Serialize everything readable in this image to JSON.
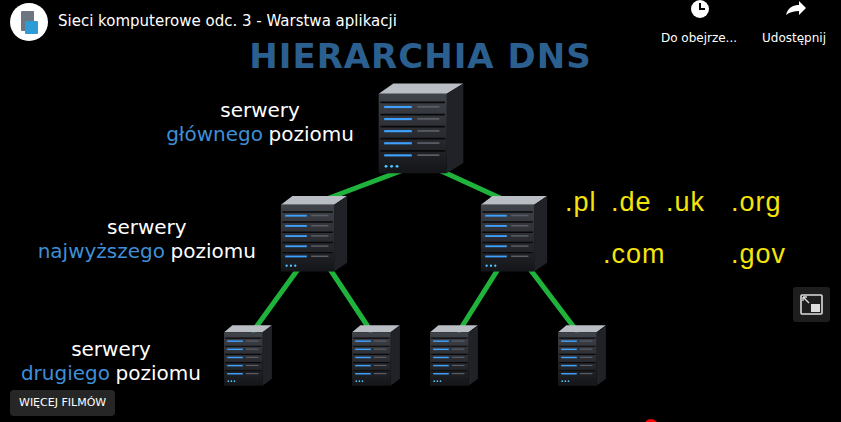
{
  "diagram": {
    "title": "HIERARCHIA DNS",
    "nodes": [
      {
        "text": [
          "serwery",
          "głównego",
          "poziomu"
        ]
      },
      {
        "text": [
          "serwery",
          "najwyższego",
          "poziomu"
        ]
      },
      {
        "text": []
      },
      {
        "text": [
          "serwery",
          "drugiego",
          "poziomu"
        ]
      },
      {
        "text": []
      },
      {
        "text": []
      },
      {
        "text": []
      }
    ],
    "edges": [
      {
        "from": 0,
        "to": 1,
        "arrow": "none"
      },
      {
        "from": 0,
        "to": 2,
        "arrow": "none"
      },
      {
        "from": 1,
        "to": 3,
        "arrow": "none"
      },
      {
        "from": 1,
        "to": 4,
        "arrow": "none"
      },
      {
        "from": 2,
        "to": 5,
        "arrow": "none"
      },
      {
        "from": 2,
        "to": 6,
        "arrow": "none"
      }
    ],
    "labels": [
      "Sieci komputerowe odc. 3 - Warstwa aplikacji",
      "Do obejrze...",
      "Udostępnij",
      ".pl .de .uk",
      ".org",
      ".com",
      ".gov",
      "WIĘCEJ FILMÓW"
    ]
  }
}
